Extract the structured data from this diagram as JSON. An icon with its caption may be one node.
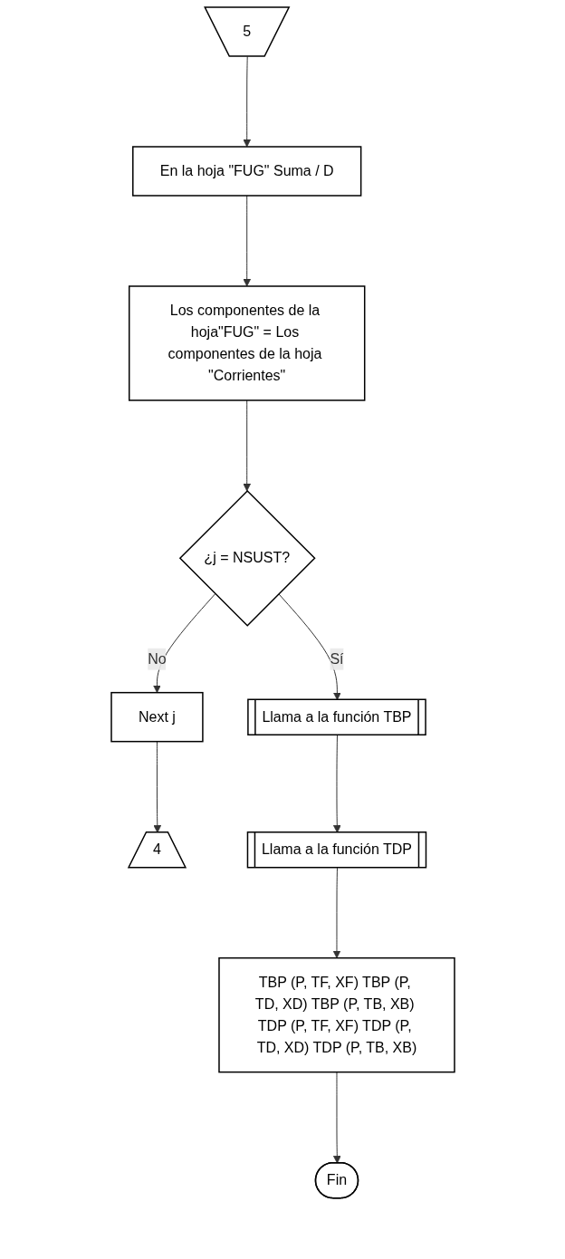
{
  "diagram": {
    "nodes": [
      {
        "text": [
          "4"
        ]
      },
      {
        "text": [
          "5"
        ]
      },
      {
        "text": [
          "En la hoja \"FUG\" Suma / D"
        ]
      },
      {
        "text": [
          "Los componentes de la hoja\"FUG\" = Los componentes de la hoja \"Corrientes\""
        ]
      },
      {
        "text": [
          "¿j = NSUST?"
        ]
      },
      {
        "text": [
          "Next j"
        ]
      },
      {
        "text": [
          "Llama a la función TBP"
        ]
      },
      {
        "text": [
          "Llama a la función TDP"
        ]
      },
      {
        "text": [
          "TBP (P, TF, XF) TBP (P, TD, XD) TBP (P, TB, XB) TDP (P, TF, XF) TDP (P, TD, XD) TDP (P, TB, XB)"
        ]
      },
      {
        "text": [
          "Fin"
        ]
      }
    ],
    "edges": [
      {
        "from": 1,
        "to": 2,
        "arrow": "to"
      },
      {
        "from": 2,
        "to": 3,
        "arrow": "to"
      },
      {
        "from": 3,
        "to": 4,
        "arrow": "to"
      },
      {
        "from": 4,
        "to": 5,
        "arrow": "to",
        "label": "No"
      },
      {
        "from": 5,
        "to": 0,
        "arrow": "to"
      },
      {
        "from": 4,
        "to": 6,
        "arrow": "to",
        "label": "Sí"
      },
      {
        "from": 6,
        "to": 7,
        "arrow": "to"
      },
      {
        "from": 7,
        "to": 8,
        "arrow": "to"
      },
      {
        "from": 8,
        "to": 9,
        "arrow": "to"
      }
    ]
  }
}
